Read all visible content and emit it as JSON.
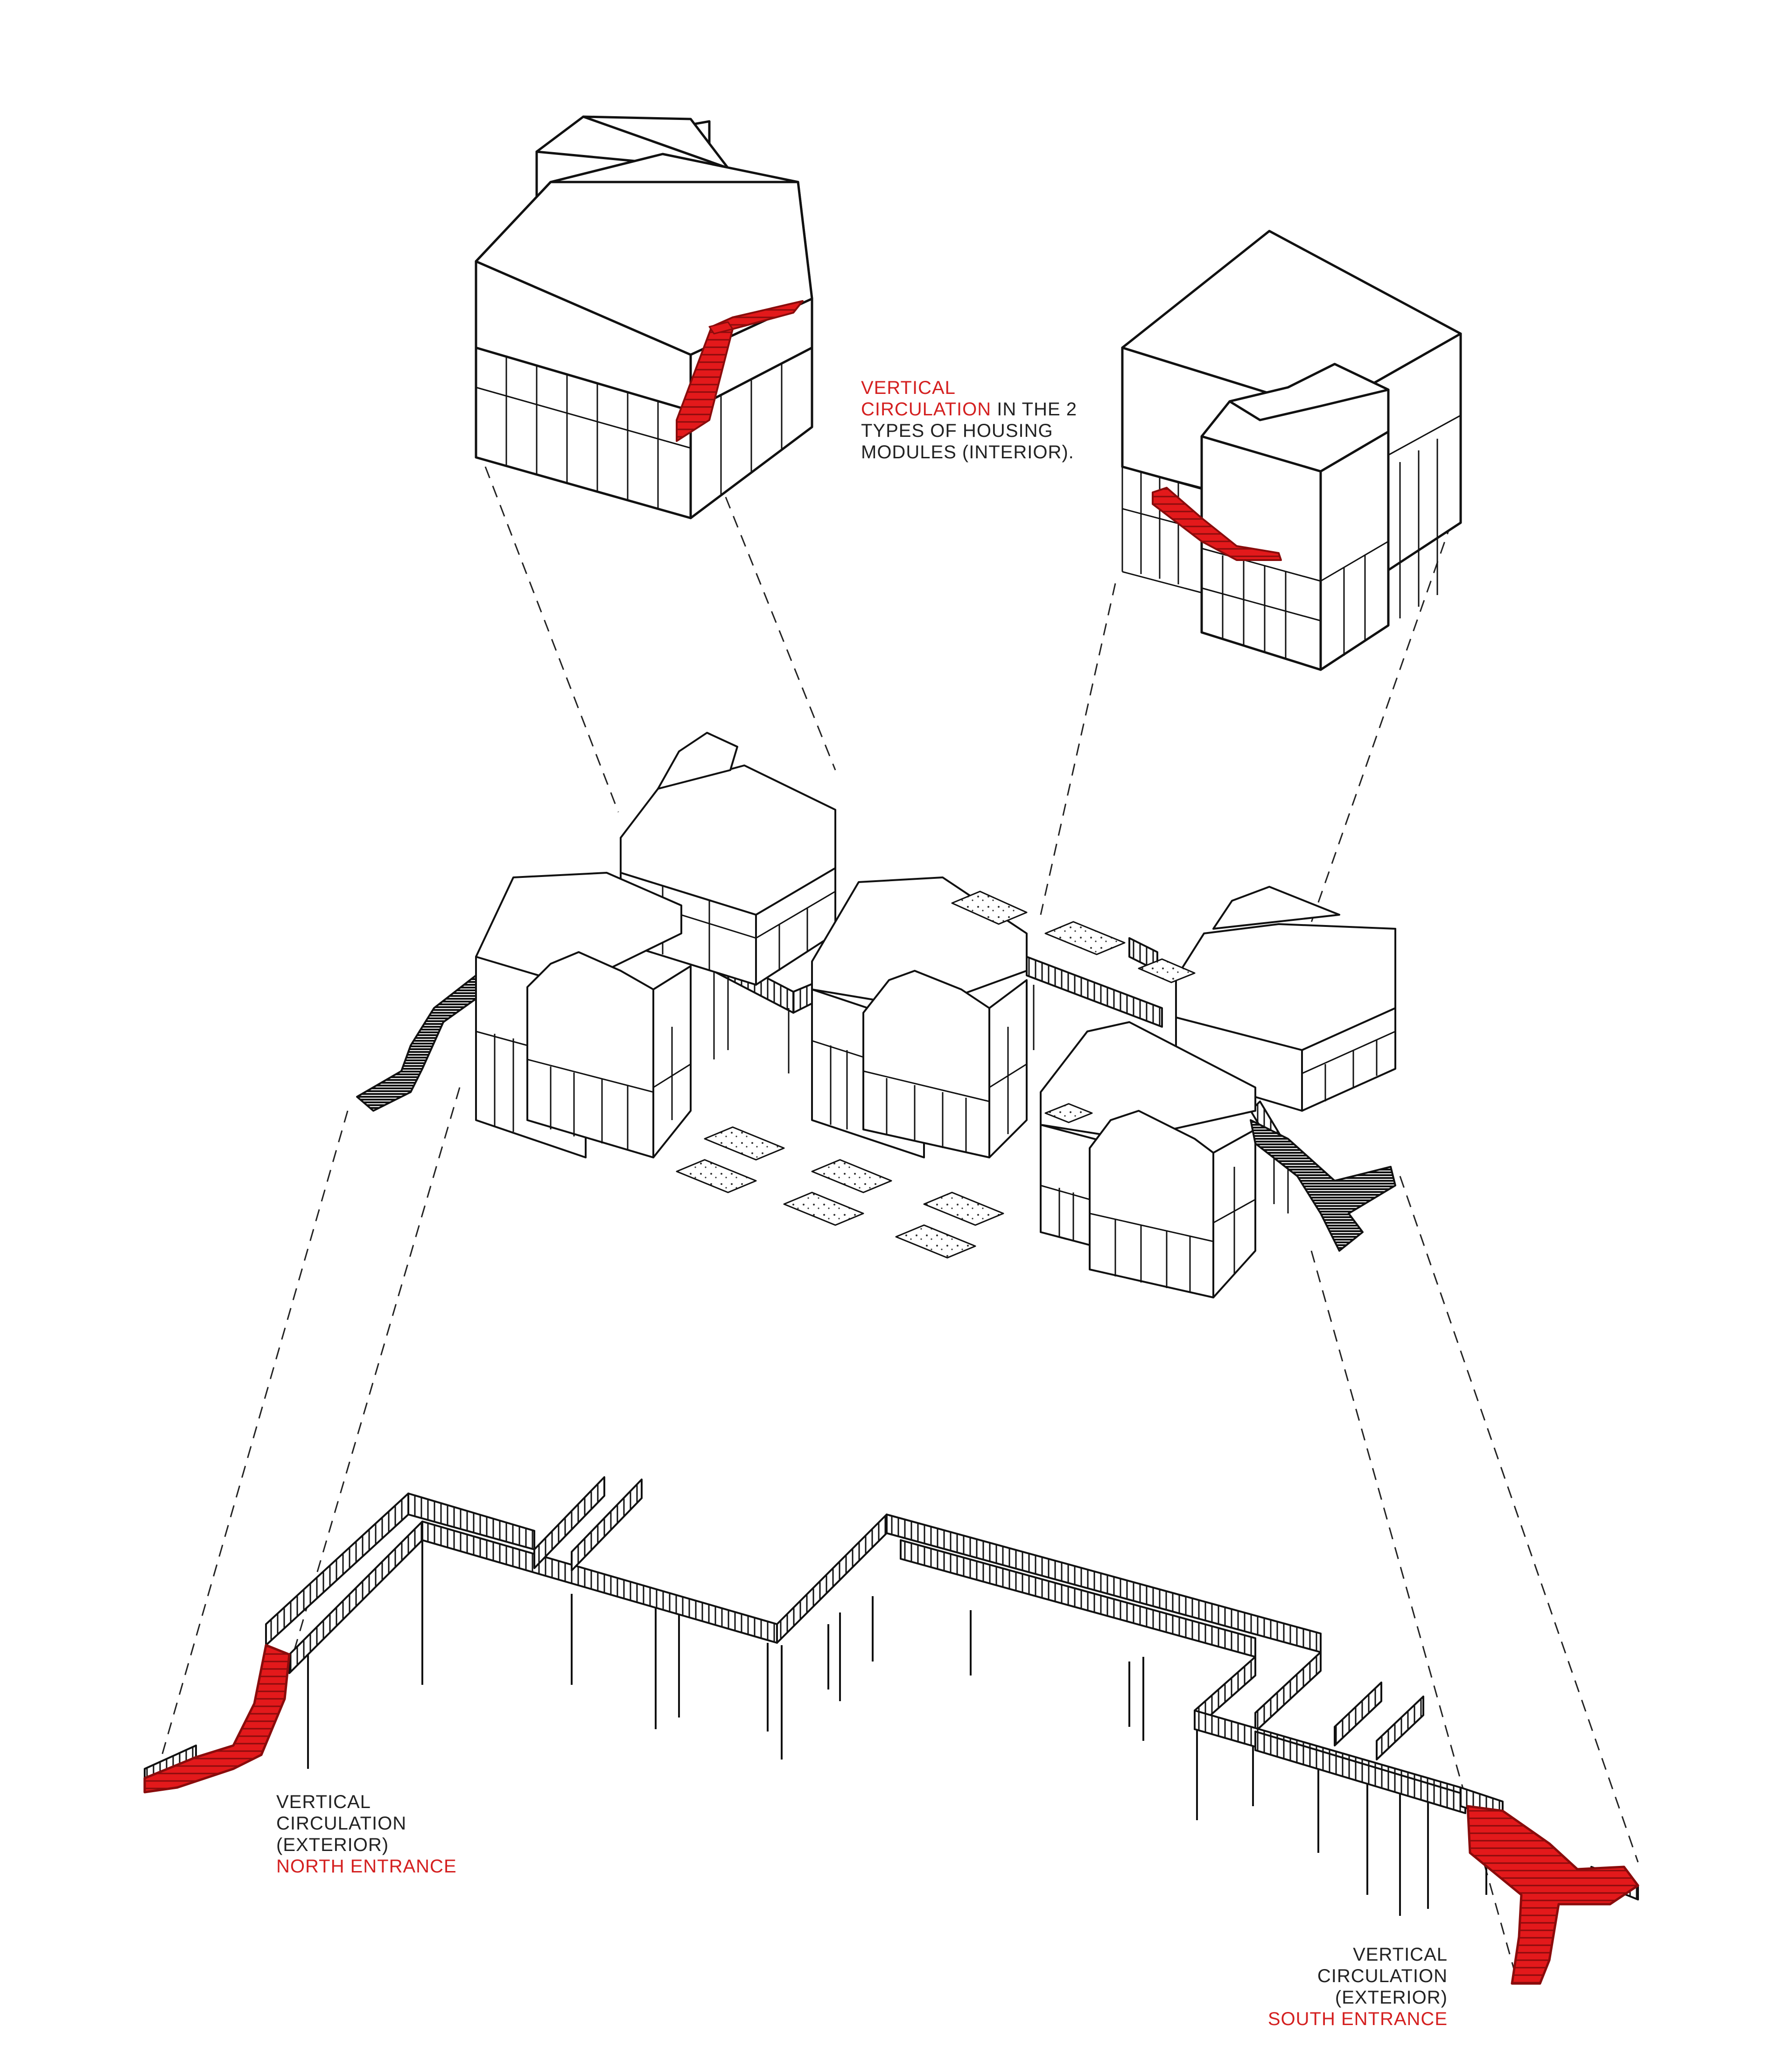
{
  "colors": {
    "accent": "#e3191b",
    "ink": "#111111",
    "label_text": "#222222",
    "label_accent": "#d42020",
    "background": "#ffffff"
  },
  "labels": {
    "interior": {
      "line1": "VERTICAL",
      "line2_accent": "CIRCULATION",
      "line2_rest": " IN THE 2",
      "line3": "TYPES OF HOUSING",
      "line4": "MODULES (INTERIOR)."
    },
    "north": {
      "line1": "VERTICAL",
      "line2": "CIRCULATION",
      "line3": "(EXTERIOR)",
      "line4_accent": "NORTH ENTRANCE"
    },
    "south": {
      "line1": "VERTICAL",
      "line2": "CIRCULATION",
      "line3": "(EXTERIOR)",
      "line4_accent": "SOUTH ENTRANCE"
    }
  }
}
